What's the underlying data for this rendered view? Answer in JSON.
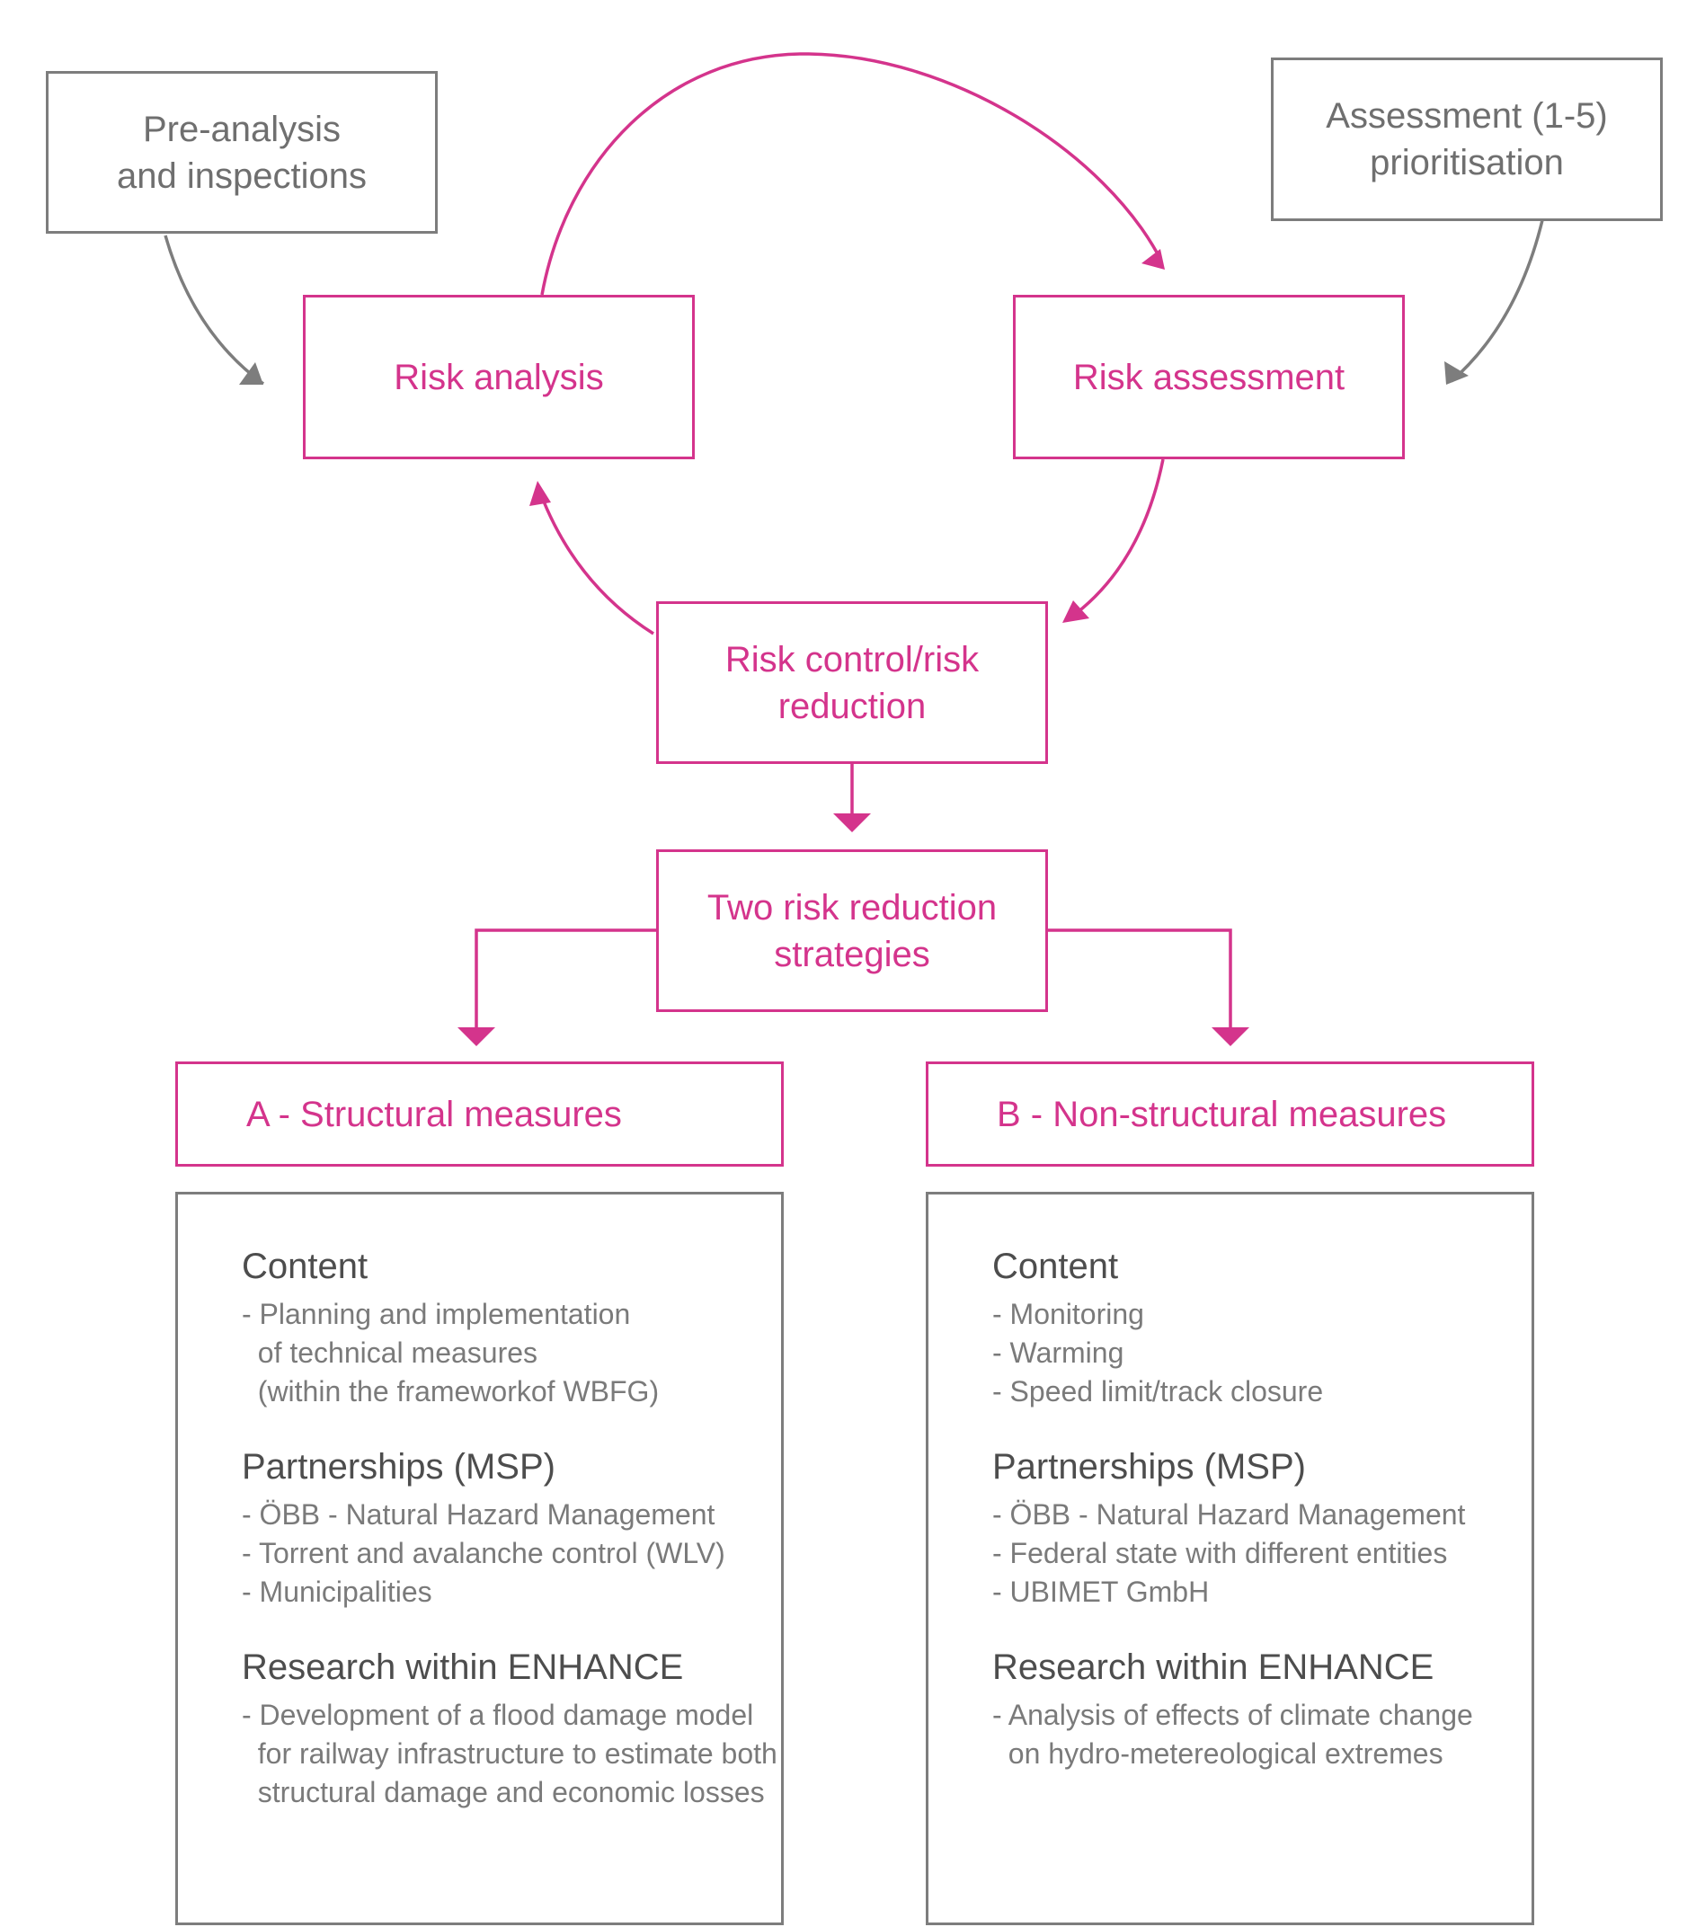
{
  "colors": {
    "accent": "#d4348c",
    "neutral_border": "#7d7d7d",
    "neutral_text": "#6f6f6f",
    "heading_text": "#4d4d4d"
  },
  "boxes": {
    "pre_analysis": {
      "lines": [
        "Pre-analysis",
        "and inspections"
      ]
    },
    "assessment_prioritisation": {
      "lines": [
        "Assessment (1-5)",
        "prioritisation"
      ]
    },
    "risk_analysis": {
      "lines": [
        "Risk analysis"
      ]
    },
    "risk_assessment": {
      "lines": [
        "Risk assessment"
      ]
    },
    "risk_control": {
      "lines": [
        "Risk control/risk",
        "reduction"
      ]
    },
    "strategies": {
      "lines": [
        "Two risk reduction",
        "strategies"
      ]
    },
    "structural": {
      "lines": [
        "A - Structural measures"
      ]
    },
    "non_structural": {
      "lines": [
        "B - Non-structural measures"
      ]
    }
  },
  "panels": {
    "a": {
      "sections": [
        {
          "title": "Content",
          "items": [
            "- Planning and implementation",
            "  of technical measures",
            "  (within the frameworkof WBFG)"
          ]
        },
        {
          "title": "Partnerships (MSP)",
          "items": [
            "- ÖBB - Natural Hazard Management",
            "- Torrent and avalanche control (WLV)",
            "- Municipalities"
          ]
        },
        {
          "title": "Research within ENHANCE",
          "items": [
            "- Development of a flood damage model",
            "  for railway infrastructure to estimate both",
            "  structural damage and economic losses"
          ]
        }
      ]
    },
    "b": {
      "sections": [
        {
          "title": "Content",
          "items": [
            "- Monitoring",
            "- Warming",
            "- Speed limit/track closure"
          ]
        },
        {
          "title": "Partnerships (MSP)",
          "items": [
            "- ÖBB - Natural Hazard Management",
            "- Federal state with different entities",
            "- UBIMET GmbH"
          ]
        },
        {
          "title": "Research within ENHANCE",
          "items": [
            "- Analysis of effects of climate change",
            "  on hydro-metereological extremes"
          ]
        }
      ]
    }
  }
}
